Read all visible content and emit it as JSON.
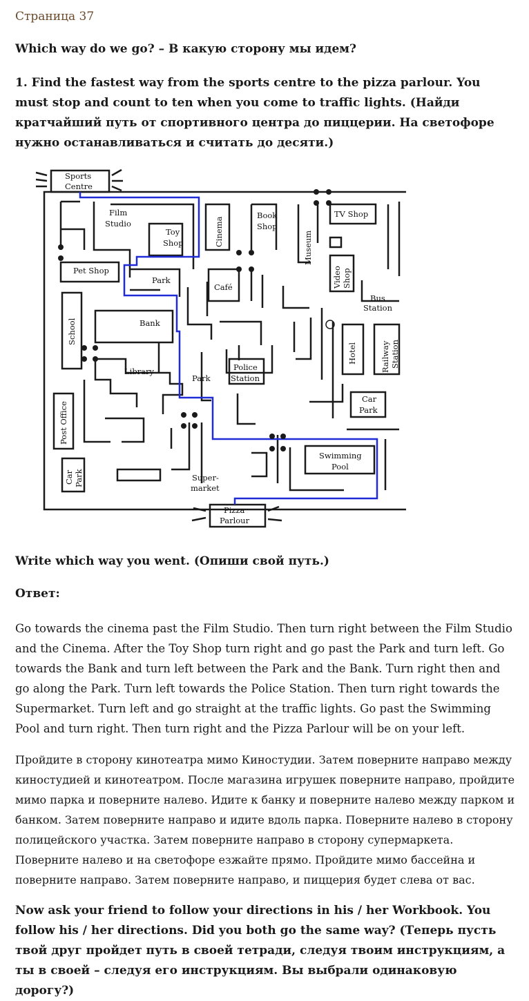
{
  "page_number": "Страница 37",
  "heading": "Which way do we go? – В какую сторону мы идем?",
  "task": "1. Find the fastest way from the sports centre to the pizza parlour. You must stop and count to ten when you come to traffic lights. (Найди кратчайший путь от спортивного центра до пиццерии. На светофоре   нужно останавливаться и считать до десяти.)",
  "map": {
    "labels": {
      "sports_centre_1": "Sports",
      "sports_centre_2": "Centre",
      "film_studio_1": "Film",
      "film_studio_2": "Studio",
      "toy_shop_1": "Toy",
      "toy_shop_2": "Shop",
      "cinema": "Cinema",
      "book_shop_1": "Book",
      "book_shop_2": "Shop",
      "museum": "Museum",
      "tv_shop": "TV Shop",
      "pet_shop": "Pet Shop",
      "park_top": "Park",
      "cafe": "Café",
      "video_shop_1": "Video",
      "video_shop_2": "Shop",
      "bus_station_1": "Bus",
      "bus_station_2": "Station",
      "bank": "Bank",
      "school": "School",
      "hotel": "Hotel",
      "railway_station_1": "Railway",
      "railway_station_2": "Station",
      "library": "Library",
      "park_middle": "Park",
      "police_station_1": "Police",
      "police_station_2": "Station",
      "car_park_right_1": "Car",
      "car_park_right_2": "Park",
      "post_office": "Post Office",
      "swimming_pool_1": "Swimming",
      "swimming_pool_2": "Pool",
      "car_park_left_1": "Car",
      "car_park_left_2": "Park",
      "supermarket_1": "Super-",
      "supermarket_2": "market",
      "pizza_parlour_1": "Pizza",
      "pizza_parlour_2": "Parlour"
    },
    "wall_color": "#1a1a1a",
    "route_color": "#1f2bd6"
  },
  "write_prompt": "Write which way you went. (Опиши свой путь.)",
  "answer_label": "Ответ:",
  "answer_en": "Go towards the cinema past the Film Studio. Then turn right between the Film Studio and the Cinema. After the Toy Shop turn right and go past the Park and turn left. Go towards the Bank and turn left between the Park and the Bank. Turn right then and go along the Park. Turn left towards the Police Station. Then turn right towards the Supermarket. Turn left and go straight at the traffic lights. Go past the Swimming Pool and turn right. Then turn right and the Pizza Parlour will be on your left.",
  "answer_ru": "Пройдите в сторону кинотеатра мимо Киностудии. Затем поверните направо между киностудией и кинотеатром. После магазина игрушек поверните направо, пройдите мимо парка и поверните налево. Идите к банку и поверните налево между парком и банком. Затем поверните направо и идите вдоль парка. Поверните налево в сторону полицейского участка. Затем поверните направо в сторону супермаркета. Поверните налево и на светофоре езжайте прямо. Пройдите мимо бассейна и поверните направо. Затем поверните направо, и пиццерия будет слева от вас.",
  "followup": "Now ask your friend to follow your directions in his / her Workbook. You follow his / her directions. Did you both go the same way? (Теперь пусть твой друг пройдет путь в своей тетради, следуя твоим инструкциям, а ты в своей – следуя его инструкциям. Вы выбрали одинаковую дорогу?)"
}
